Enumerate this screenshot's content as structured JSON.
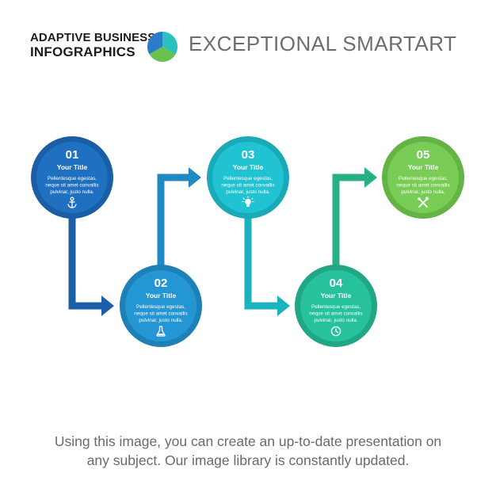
{
  "header": {
    "brand_line1": "ADAPTIVE BUSINESS",
    "brand_line2": "INFOGRAPHICS",
    "headline": "EXCEPTIONAL SMARTART"
  },
  "logo_colors": [
    "#2a7bc8",
    "#2cc0c0",
    "#69c24a"
  ],
  "steps": [
    {
      "number": "01",
      "title": "Your Title",
      "text": [
        "Pellentesque egestas,",
        "neque sit amet convallis",
        "pulvinar, justo nulla."
      ],
      "icon": "anchor-icon",
      "color": "#1f70c1",
      "ring": "#1a5ea5"
    },
    {
      "number": "02",
      "title": "Your Title",
      "text": [
        "Pellentesque egestas,",
        "neque sit amet convallis",
        "pulvinar, justo nulla."
      ],
      "icon": "flask-icon",
      "color": "#2496d3",
      "ring": "#1d80b6"
    },
    {
      "number": "03",
      "title": "Your Title",
      "text": [
        "Pellentesque egestas,",
        "neque sit amet convallis",
        "pulvinar, justo nulla."
      ],
      "icon": "lightbulb-icon",
      "color": "#21c3d2",
      "ring": "#1aa9b9"
    },
    {
      "number": "04",
      "title": "Your Title",
      "text": [
        "Pellentesque egestas,",
        "neque sit amet convallis",
        "pulvinar, justo nulla."
      ],
      "icon": "clock-icon",
      "color": "#27c29b",
      "ring": "#21a784"
    },
    {
      "number": "05",
      "title": "Your Title",
      "text": [
        "Pellentesque egestas,",
        "neque sit amet convallis",
        "pulvinar, justo nulla."
      ],
      "icon": "tools-icon",
      "color": "#79cc55",
      "ring": "#63b345"
    }
  ],
  "caption": {
    "line1": "Using this image, you can create an up-to-date presentation on",
    "line2": "any subject. Our image library is constantly updated."
  }
}
